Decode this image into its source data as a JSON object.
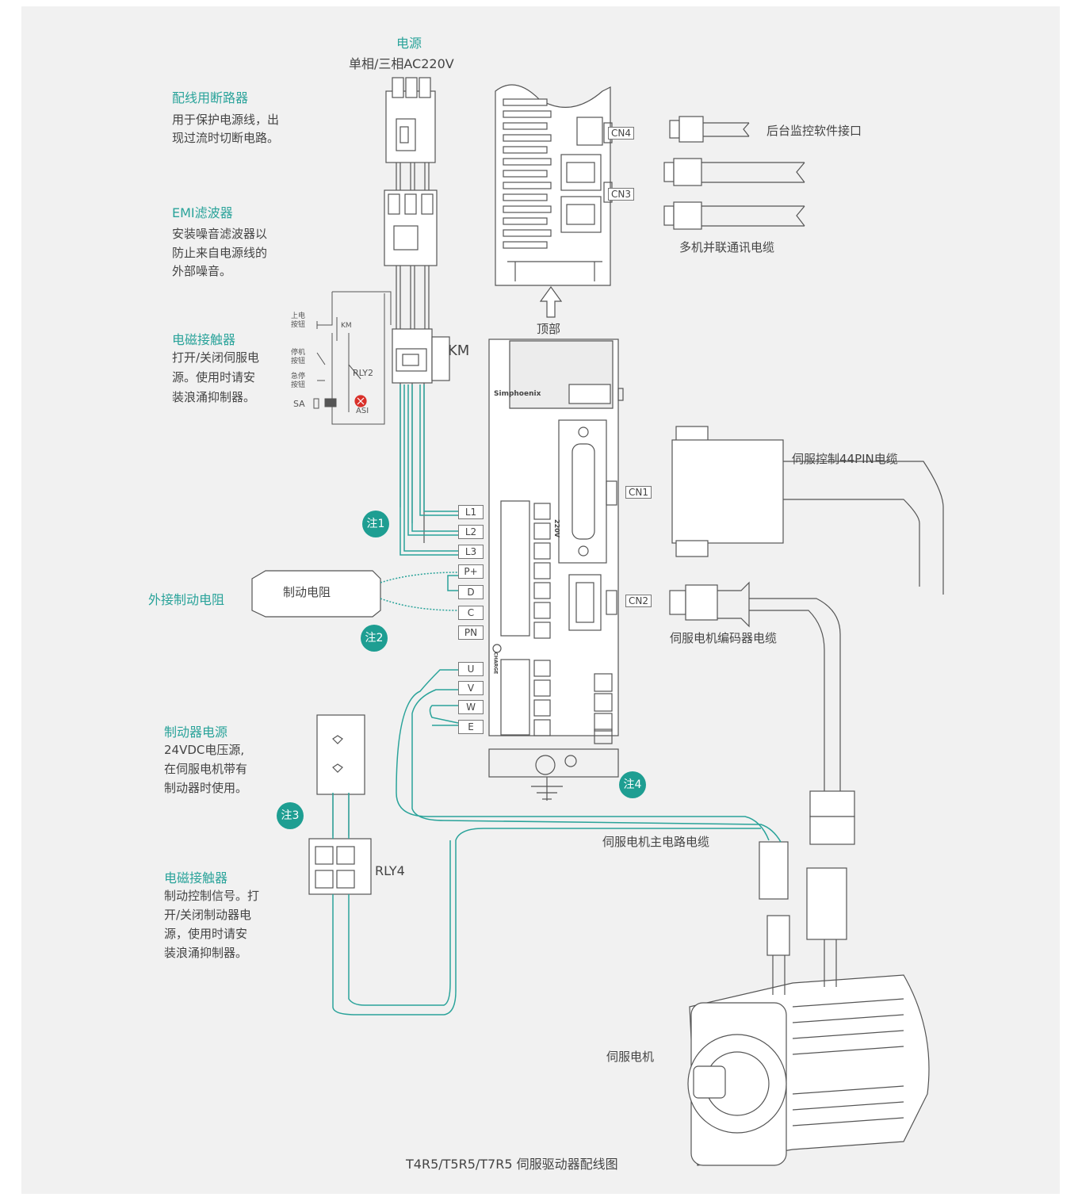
{
  "title": "T4R5/T5R5/T7R5 伺服驱动器配线图",
  "power": {
    "heading": "电源",
    "desc": "单相/三相AC220V"
  },
  "breaker": {
    "heading": "配线用断路器",
    "lines": [
      "用于保护电源线，出",
      "现过流时切断电路。"
    ]
  },
  "emi": {
    "heading": "EMI滤波器",
    "lines": [
      "安装噪音滤波器以",
      "防止来自电源线的",
      "外部噪音。"
    ]
  },
  "contactor": {
    "heading": "电磁接触器",
    "lines": [
      "打开/关闭伺服电",
      "源。使用时请安",
      "装浪涌抑制器。"
    ]
  },
  "switches": {
    "on_btn": [
      "上电",
      "按钮"
    ],
    "stop_btn": [
      "停机",
      "按钮"
    ],
    "emg_btn": [
      "急停",
      "按钮"
    ],
    "km": "KM",
    "rly2": "RLY2",
    "sa": "SA",
    "asi": "ASI",
    "km_big": "KM"
  },
  "top_view": {
    "label": "顶部",
    "cn4": "CN4",
    "cn3": "CN3",
    "cn4_text": "后台监控软件接口",
    "cn3_text": "多机并联通讯电缆"
  },
  "drive": {
    "brand": "Simphoenix",
    "cn1": "CN1",
    "cn2": "CN2",
    "voltage": "220V",
    "charge": "CHARGE"
  },
  "cn1_cable": "伺服控制44PIN电缆",
  "cn2_cable": "伺服电机编码器电缆",
  "terminals": [
    "L1",
    "L2",
    "L3",
    "P+",
    "D",
    "C",
    "PN"
  ],
  "motor_terminals": [
    "U",
    "V",
    "W",
    "E"
  ],
  "brake_resistor": {
    "label": "制动电阻",
    "caption": "外接制动电阻"
  },
  "notes": [
    "注1",
    "注2",
    "注3",
    "注4"
  ],
  "brake_power": {
    "heading": "制动器电源",
    "lines": [
      "24VDC电压源,",
      "在伺服电机带有",
      "制动器时使用。"
    ]
  },
  "relay": {
    "label": "RLY4",
    "heading": "电磁接触器",
    "lines": [
      "制动控制信号。打",
      "开/关闭制动器电",
      "源，使用时请安",
      "装浪涌抑制器。"
    ]
  },
  "motor_cable": "伺服电机主电路电缆",
  "motor": "伺服电机",
  "colors": {
    "accent": "#2aa39a",
    "note_bg": "#1e9e92",
    "line": "#555555",
    "bg": "#f1f1f1"
  }
}
